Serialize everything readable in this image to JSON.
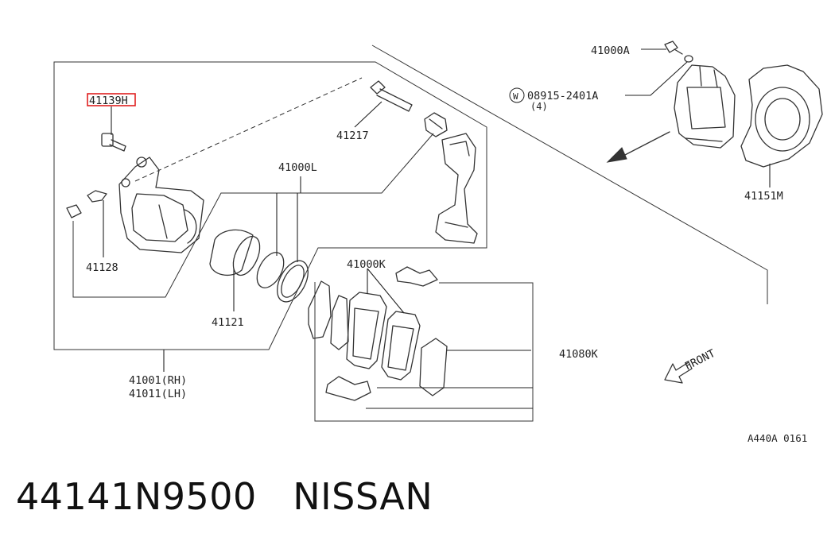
{
  "labels": {
    "p41139H": "41139H",
    "p41128": "41128",
    "p41217": "41217",
    "p41000L": "41000L",
    "p41121": "41121",
    "p41001": "41001(RH)",
    "p41011": "41011(LH)",
    "p41000K": "41000K",
    "p41080K": "41080K",
    "p41000A": "41000A",
    "washer_mark": "W",
    "p08915": "08915-2401A",
    "qty": "(4)",
    "p41151M": "41151M",
    "front": "FRONT",
    "ref": "A440A 0161"
  },
  "caption": {
    "part_number": "44141N9500",
    "brand": "NISSAN"
  },
  "colors": {
    "highlight": "#e02020",
    "line": "#333333"
  }
}
